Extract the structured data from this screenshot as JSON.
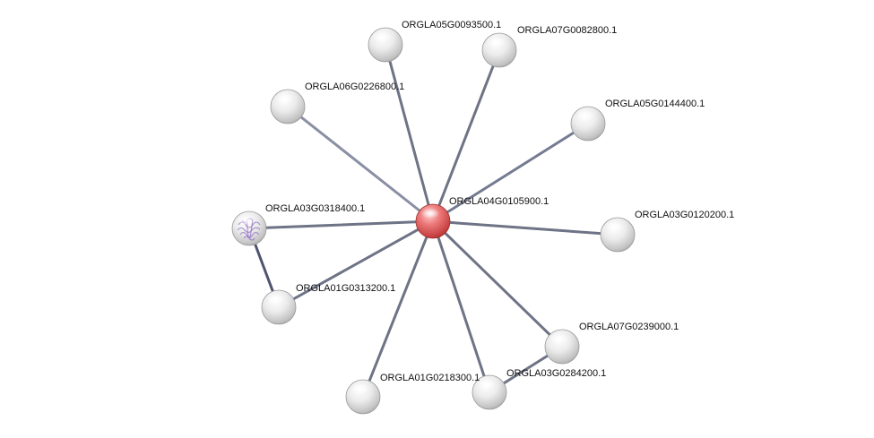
{
  "network": {
    "center": "ORGLA04G0105900.1",
    "nodes": [
      {
        "id": "ORGLA04G0105900.1",
        "label": "ORGLA04G0105900.1",
        "style": "query",
        "color": "#e05a5a"
      },
      {
        "id": "ORGLA05G0093500.1",
        "label": "ORGLA05G0093500.1",
        "style": "plain"
      },
      {
        "id": "ORGLA07G0082800.1",
        "label": "ORGLA07G0082800.1",
        "style": "plain"
      },
      {
        "id": "ORGLA06G0226800.1",
        "label": "ORGLA06G0226800.1",
        "style": "plain"
      },
      {
        "id": "ORGLA05G0144400.1",
        "label": "ORGLA05G0144400.1",
        "style": "plain"
      },
      {
        "id": "ORGLA03G0318400.1",
        "label": "ORGLA03G0318400.1",
        "style": "structure"
      },
      {
        "id": "ORGLA03G0120200.1",
        "label": "ORGLA03G0120200.1",
        "style": "plain"
      },
      {
        "id": "ORGLA01G0313200.1",
        "label": "ORGLA01G0313200.1",
        "style": "plain"
      },
      {
        "id": "ORGLA07G0239000.1",
        "label": "ORGLA07G0239000.1",
        "style": "plain"
      },
      {
        "id": "ORGLA03G0284200.1",
        "label": "ORGLA03G0284200.1",
        "style": "plain"
      },
      {
        "id": "ORGLA01G0218300.1",
        "label": "ORGLA01G0218300.1",
        "style": "plain"
      }
    ],
    "edges": [
      {
        "source": "ORGLA04G0105900.1",
        "target": "ORGLA05G0093500.1",
        "color": "#6e7385"
      },
      {
        "source": "ORGLA04G0105900.1",
        "target": "ORGLA07G0082800.1",
        "color": "#6e7385"
      },
      {
        "source": "ORGLA04G0105900.1",
        "target": "ORGLA06G0226800.1",
        "color": "#8a8fa3"
      },
      {
        "source": "ORGLA04G0105900.1",
        "target": "ORGLA05G0144400.1",
        "color": "#747a90"
      },
      {
        "source": "ORGLA04G0105900.1",
        "target": "ORGLA03G0318400.1",
        "color": "#6e7385"
      },
      {
        "source": "ORGLA04G0105900.1",
        "target": "ORGLA03G0120200.1",
        "color": "#6e7385"
      },
      {
        "source": "ORGLA04G0105900.1",
        "target": "ORGLA01G0313200.1",
        "color": "#6e7385"
      },
      {
        "source": "ORGLA04G0105900.1",
        "target": "ORGLA07G0239000.1",
        "color": "#6e7385"
      },
      {
        "source": "ORGLA04G0105900.1",
        "target": "ORGLA03G0284200.1",
        "color": "#6e7385"
      },
      {
        "source": "ORGLA04G0105900.1",
        "target": "ORGLA01G0218300.1",
        "color": "#6e7385"
      },
      {
        "source": "ORGLA03G0318400.1",
        "target": "ORGLA01G0313200.1",
        "color": "#4e5470"
      },
      {
        "source": "ORGLA07G0239000.1",
        "target": "ORGLA03G0284200.1",
        "color": "#6e7385"
      }
    ]
  }
}
